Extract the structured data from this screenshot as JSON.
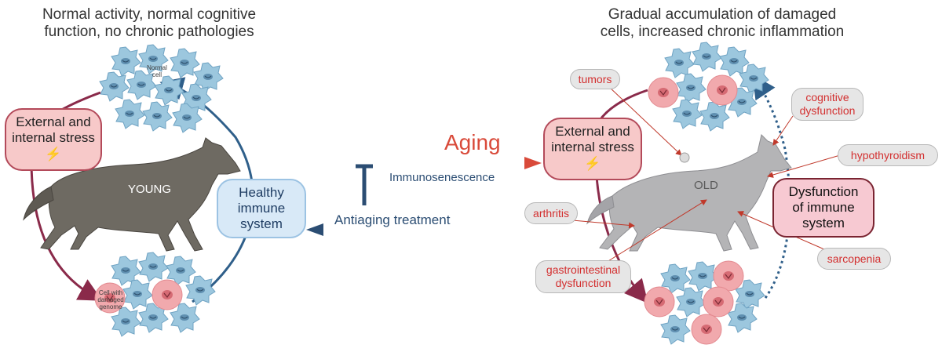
{
  "headings": {
    "left": [
      "Normal activity, normal cognitive",
      "function, no chronic pathologies"
    ],
    "right": [
      "Gradual accumulation of damaged",
      "cells, increased chronic inflammation"
    ]
  },
  "left": {
    "stress": [
      "External and",
      "internal stress"
    ],
    "normal_cell": [
      "Normal",
      "cell"
    ],
    "damaged_cell": [
      "Cell with",
      "damaged",
      "genome"
    ],
    "wolf_label": "YOUNG",
    "healthy": [
      "Healthy",
      "immune",
      "system"
    ]
  },
  "center": {
    "aging": "Aging",
    "immunosenescence": "Immunosenescence",
    "antiaging": "Antiaging treatment"
  },
  "right": {
    "stress": [
      "External and",
      "internal stress"
    ],
    "wolf_label": "OLD",
    "dysfunction": [
      "Dysfunction",
      "of immune",
      "system"
    ],
    "pathologies": {
      "tumors": "tumors",
      "cognitive": [
        "cognitive",
        "dysfunction"
      ],
      "hypothyroidism": "hypothyroidism",
      "arthritis": "arthritis",
      "gastro": [
        "gastrointestinal",
        "dysfunction"
      ],
      "sarcopenia": "sarcopenia"
    }
  },
  "colors": {
    "aging_arrow": "#d94a3a",
    "immune_blue": "#2b4d73",
    "cycle_blue": "#2f5f8a",
    "cycle_maroon": "#8a2a4a",
    "cell_blue": "#9cc7de",
    "cell_red": "#f1a9ad",
    "pathology_text": "#d32f2f"
  }
}
